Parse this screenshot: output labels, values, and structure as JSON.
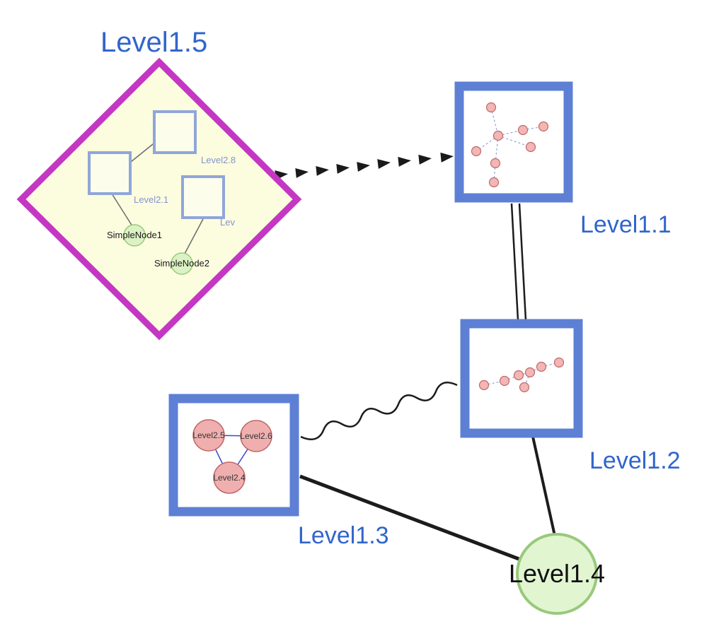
{
  "diagram": {
    "type": "nested-graph",
    "top_labels": {
      "level1_5": "Level1.5",
      "level1_1": "Level1.1",
      "level1_2": "Level1.2",
      "level1_3": "Level1.3",
      "level1_4": "Level1.4"
    },
    "level1_5_inner": {
      "square_a_label": "Level2.8",
      "square_b_label": "Level2.1",
      "square_c_label": "Lev",
      "circle_1_label": "SimpleNode1",
      "circle_2_label": "SimpleNode2"
    },
    "level1_3_inner": {
      "node_left": "Level2.5",
      "node_right": "Level2.6",
      "node_bottom": "Level2.4"
    },
    "edges": [
      {
        "from": "Level1.5",
        "to": "Level1.1",
        "style": "dashed-arrowheads"
      },
      {
        "from": "Level1.1",
        "to": "Level1.2",
        "style": "double-line"
      },
      {
        "from": "Level1.3",
        "to": "Level1.2",
        "style": "wavy"
      },
      {
        "from": "Level1.3",
        "to": "Level1.4",
        "style": "solid-thick"
      },
      {
        "from": "Level1.2",
        "to": "Level1.4",
        "style": "solid"
      }
    ],
    "colors": {
      "label_blue": "#3165CB",
      "node_border_blue": "#5D80D5",
      "diamond_border_magenta": "#C437C3",
      "diamond_fill": "#FCFCDF",
      "green_node_fill": "#E2F5D1",
      "green_node_border": "#99C97C",
      "pink_node_fill": "#F2B6B4",
      "pink_node_border": "#C06868",
      "inner_square_border": "#90A6DA",
      "inner_edge_blue": "#3A48C4",
      "dashed_mini_edge_blue": "#8FA6DC",
      "edge_black": "#1C1C1C"
    }
  }
}
